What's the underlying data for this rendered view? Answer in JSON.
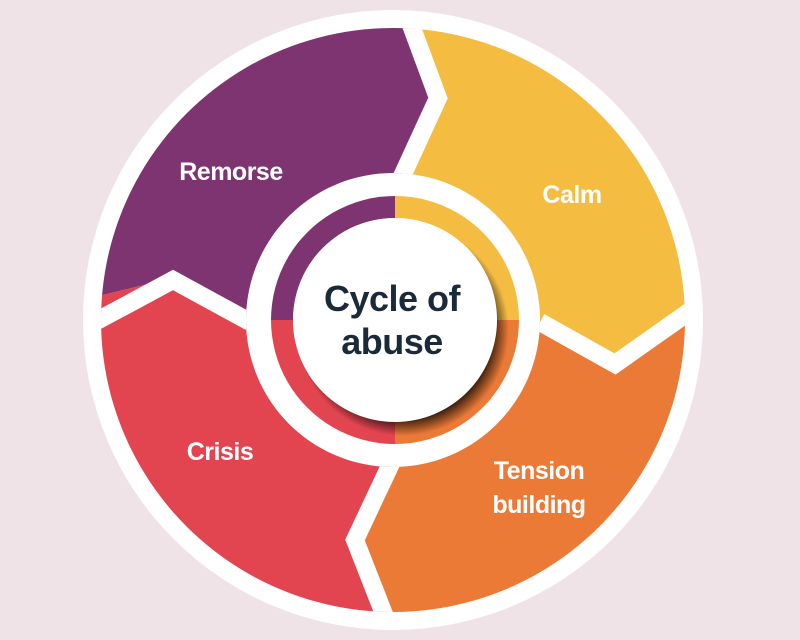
{
  "diagram": {
    "title_lines": [
      "Cycle of",
      "abuse"
    ],
    "background_color": "#EFE3E8",
    "title_color": "#1B2A3A",
    "stages": [
      {
        "id": "calm",
        "label_lines": [
          "Calm"
        ],
        "color": "#F5BC42",
        "position": "top-right"
      },
      {
        "id": "tension-building",
        "label_lines": [
          "Tension",
          "building"
        ],
        "color": "#EC7A37",
        "position": "bottom-right"
      },
      {
        "id": "crisis",
        "label_lines": [
          "Crisis"
        ],
        "color": "#E24550",
        "position": "bottom-left"
      },
      {
        "id": "remorse",
        "label_lines": [
          "Remorse"
        ],
        "color": "#7E3470",
        "position": "top-left"
      }
    ],
    "flow_direction": "clockwise"
  }
}
